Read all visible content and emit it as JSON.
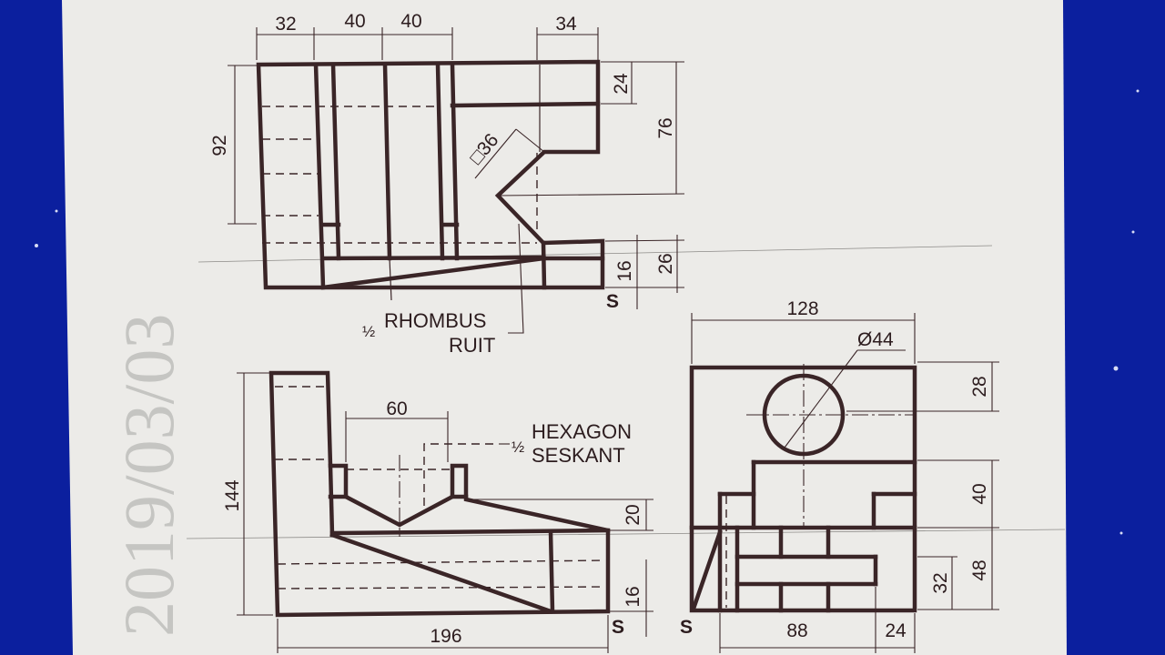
{
  "dimensions": {
    "top_32": "32",
    "top_40a": "40",
    "top_40b": "40",
    "top_34": "34",
    "top_92": "92",
    "top_24": "24",
    "top_76": "76",
    "top_16": "16",
    "top_26": "26",
    "top_sq36": "□36",
    "front_144": "144",
    "front_60": "60",
    "front_20": "20",
    "front_16": "16",
    "front_196": "196",
    "side_128": "128",
    "side_d44": "Ø44",
    "side_28": "28",
    "side_40": "40",
    "side_48": "48",
    "side_32": "32",
    "side_88": "88",
    "side_24": "24"
  },
  "notes": {
    "half": "½",
    "rhombus": "RHOMBUS",
    "ruit": "RUIT",
    "hexagon": "HEXAGON",
    "seskant": "SESKANT"
  },
  "section_marks": {
    "s1": "S",
    "s2": "S",
    "s3": "S"
  },
  "handwriting": "2019/03/03"
}
